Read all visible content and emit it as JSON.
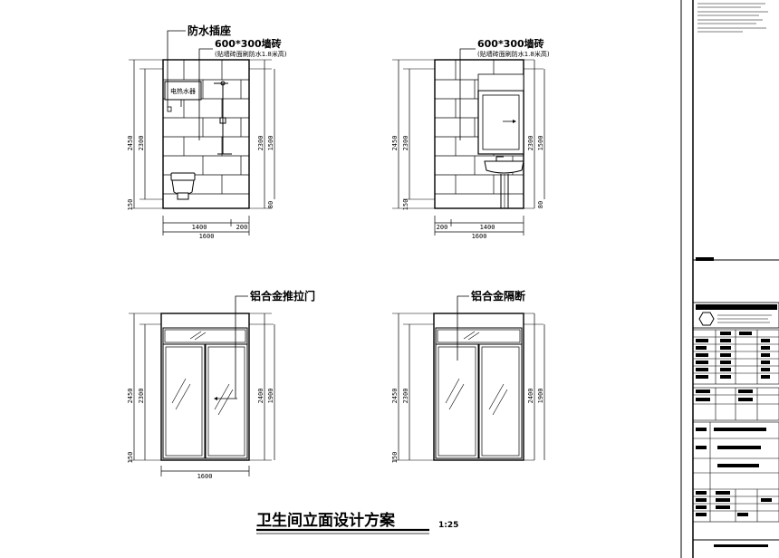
{
  "labels": {
    "socket": "防水插座",
    "tile_a": "600*300墙砖",
    "tile_a_note": "(贴墙砖面刷防水1.8米高)",
    "tile_b": "600*300墙砖",
    "tile_b_note": "(贴墙砖面刷防水1.8米高)",
    "heater": "电热水器",
    "door": "铝合金推拉门",
    "partition": "铝合金隔断"
  },
  "dims": {
    "e1_total_h": "2450",
    "e1_sub_h": "2300",
    "e1_right_h": "2300",
    "e1_right_sub": "1500",
    "e1_base": "150",
    "e1_base_r": "80",
    "e1_w1": "1400",
    "e1_w2": "200",
    "e1_total_w": "1600",
    "e2_total_h": "2450",
    "e2_sub_h": "2300",
    "e2_right_h": "2300",
    "e2_right_sub": "1500",
    "e2_base": "150",
    "e2_base_r": "80",
    "e2_w1": "200",
    "e2_w2": "1400",
    "e2_total_w": "1600",
    "e3_total_h": "2450",
    "e3_sub_h": "2300",
    "e3_right_h": "2400",
    "e3_right_sub": "1900",
    "e3_base": "150",
    "e3_total_w": "1600",
    "e4_total_h": "2450",
    "e4_sub_h": "2300",
    "e4_right_h": "2400",
    "e4_right_sub": "1900",
    "e4_base": "150"
  },
  "title": {
    "main": "卫生间立面设计方案",
    "scale": "1:25"
  }
}
